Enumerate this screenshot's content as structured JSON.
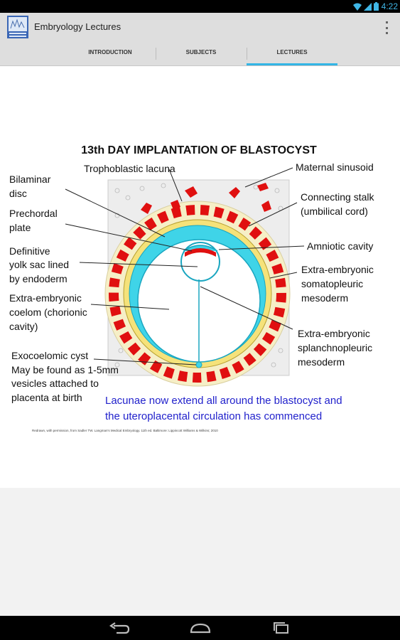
{
  "status": {
    "time": "4:22"
  },
  "app": {
    "title": "Embryology Lectures"
  },
  "tabs": [
    {
      "label": "INTRODUCTION"
    },
    {
      "label": "SUBJECTS"
    },
    {
      "label": "LECTURES"
    }
  ],
  "slide": {
    "title": "13th DAY IMPLANTATION OF BLASTOCYST",
    "labels": {
      "trophoblastic_lacuna": "Trophoblastic lacuna",
      "maternal_sinusoid": "Maternal sinusoid",
      "bilaminar_1": "Bilaminar",
      "bilaminar_2": "disc",
      "connecting_1": "Connecting stalk",
      "connecting_2": "(umbilical cord)",
      "prechordal_1": "Prechordal",
      "prechordal_2": "plate",
      "amniotic": "Amniotic cavity",
      "yolk_1": "Definitive",
      "yolk_2": "yolk sac lined",
      "yolk_3": "by endoderm",
      "soma_1": "Extra-embryonic",
      "soma_2": "somatopleuric",
      "soma_3": "mesoderm",
      "coelom_1": "Extra-embryonic",
      "coelom_2": "coelom (chorionic",
      "coelom_3": "cavity)",
      "splanch_1": "Extra-embryonic",
      "splanch_2": "splanchnopleuric",
      "splanch_3": "mesoderm",
      "exo_1": "Exocoelomic cyst",
      "exo_2": "May be found as 1-5mm",
      "exo_3": "vesicles attached to",
      "exo_4": "placenta at birth"
    },
    "note_1": "Lacunae now extend all around the blastocyst and",
    "note_2": "the uteroplacental circulation has commenced",
    "credit": "Redrawn, with permission, from Sadler TW. Langman's Medical Embryology. 11th ed. Baltimore: Lippincott Williams & Wilkins; 2010"
  },
  "colors": {
    "accent": "#33b5e5",
    "lacuna": "#e01010",
    "mesoderm": "#3fd4e8",
    "trophoblast": "#f5e27a",
    "note": "#2222cc"
  }
}
